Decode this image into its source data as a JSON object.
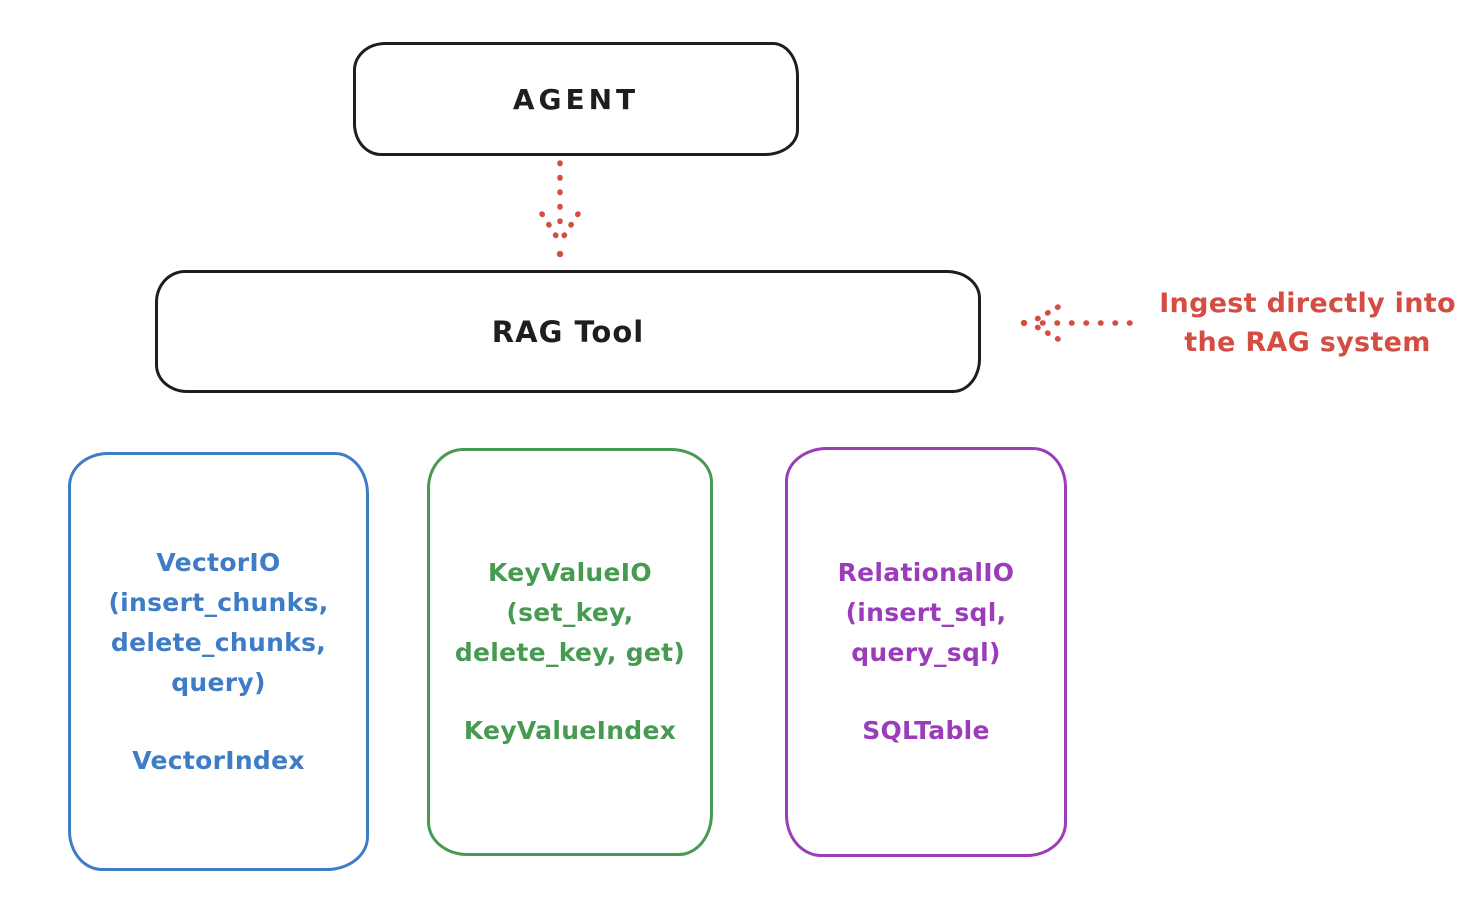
{
  "diagram": {
    "agent_box": {
      "label": "AGENT"
    },
    "rag_tool_box": {
      "label": "RAG Tool"
    },
    "annotation": {
      "lines": [
        "Ingest directly into",
        "the RAG system"
      ]
    },
    "io_boxes": [
      {
        "id": "vector-io",
        "lines": [
          "VectorIO",
          "(insert_chunks,",
          "delete_chunks,",
          "query)"
        ],
        "index_label": "VectorIndex",
        "color": "#3e7cc6"
      },
      {
        "id": "keyvalue-io",
        "lines": [
          "KeyValueIO",
          "(set_key,",
          "delete_key, get)"
        ],
        "index_label": "KeyValueIndex",
        "color": "#479a51"
      },
      {
        "id": "relational-io",
        "lines": [
          "RelationalIO",
          "(insert_sql,",
          "query_sql)"
        ],
        "index_label": "SQLTable",
        "color": "#9b3cba"
      }
    ],
    "colors": {
      "ink": "#1e1e1e",
      "arrow_red": "#d54c42",
      "vector_blue": "#3e7cc6",
      "keyvalue_green": "#479a51",
      "relational_purple": "#9b3cba"
    }
  }
}
